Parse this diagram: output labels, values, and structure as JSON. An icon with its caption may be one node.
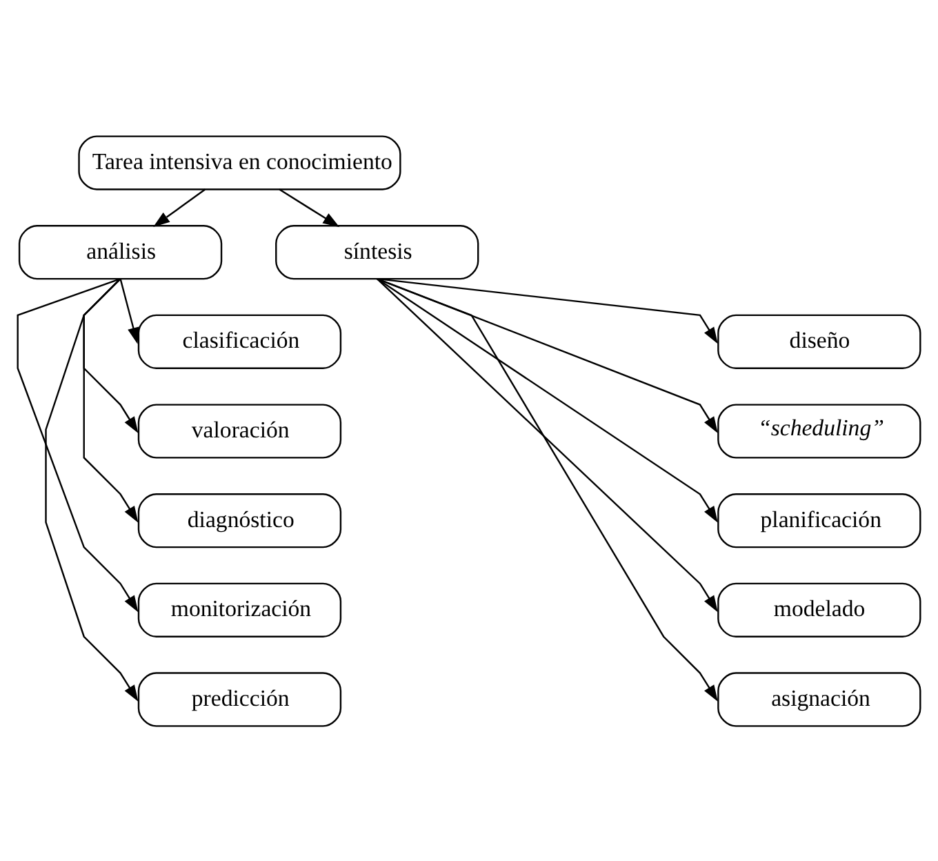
{
  "diagram": {
    "nodes": [
      {
        "text": [
          "Tarea intensiva en conocimiento"
        ]
      },
      {
        "text": [
          "análisis"
        ]
      },
      {
        "text": [
          "síntesis"
        ]
      },
      {
        "text": [
          "clasificación"
        ]
      },
      {
        "text": [
          "valoración"
        ]
      },
      {
        "text": [
          "diagnóstico"
        ]
      },
      {
        "text": [
          "monitorización"
        ]
      },
      {
        "text": [
          "predicción"
        ]
      },
      {
        "text": [
          "diseño"
        ]
      },
      {
        "text": [
          "“scheduling”"
        ]
      },
      {
        "text": [
          "planificación"
        ]
      },
      {
        "text": [
          "modelado"
        ]
      },
      {
        "text": [
          "asignación"
        ]
      }
    ],
    "edges": [
      {
        "from": 0,
        "to": 1,
        "arrow": "to"
      },
      {
        "from": 0,
        "to": 2,
        "arrow": "to"
      },
      {
        "from": 1,
        "to": 3,
        "arrow": "to"
      },
      {
        "from": 1,
        "to": 4,
        "arrow": "to"
      },
      {
        "from": 1,
        "to": 5,
        "arrow": "to"
      },
      {
        "from": 1,
        "to": 6,
        "arrow": "to"
      },
      {
        "from": 1,
        "to": 7,
        "arrow": "to"
      },
      {
        "from": 2,
        "to": 8,
        "arrow": "to"
      },
      {
        "from": 2,
        "to": 9,
        "arrow": "to"
      },
      {
        "from": 2,
        "to": 10,
        "arrow": "to"
      },
      {
        "from": 2,
        "to": 11,
        "arrow": "to"
      },
      {
        "from": 2,
        "to": 12,
        "arrow": "to"
      }
    ]
  }
}
